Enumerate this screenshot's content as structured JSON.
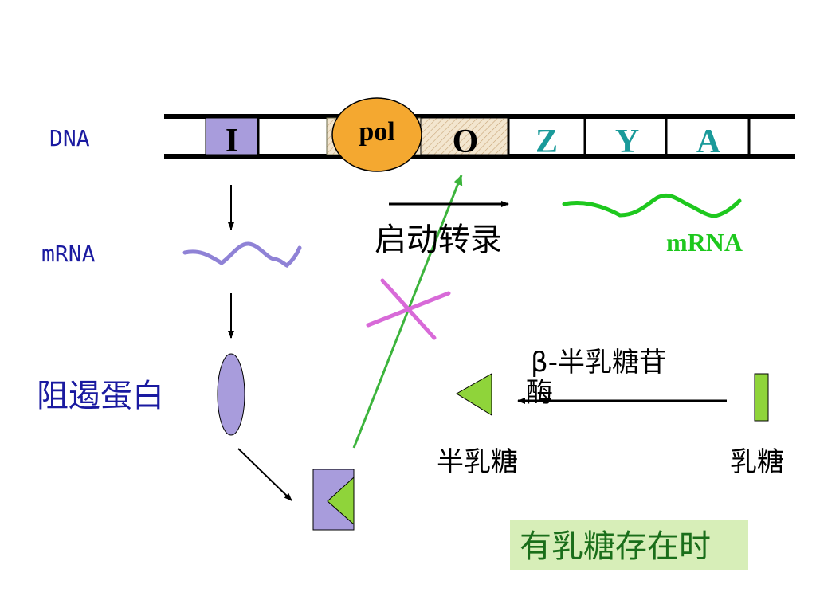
{
  "labels": {
    "dna": "DNA",
    "mrna_left": "mRNA",
    "mrna_right": "mRNA",
    "repressor": "阻遏蛋白",
    "transcription": "启动转录",
    "enzyme": "β-半乳糖苷酶",
    "galactose": "半乳糖",
    "lactose": "乳糖",
    "condition": "有乳糖存在时"
  },
  "genes": {
    "i": "I",
    "pol": "pol",
    "o": "O",
    "z": "Z",
    "y": "Y",
    "a": "A"
  },
  "colors": {
    "repressor_purple": "#a89cdc",
    "pol_orange": "#f4a830",
    "gene_teal": "#1a9a9a",
    "mrna_green": "#1ec81e",
    "lactose_green": "#8fd43a",
    "cross_magenta": "#d86ad8",
    "arrow_green": "#3cb43c",
    "condition_bg": "#d7eeb8",
    "label_blue": "#1a1aa0"
  }
}
